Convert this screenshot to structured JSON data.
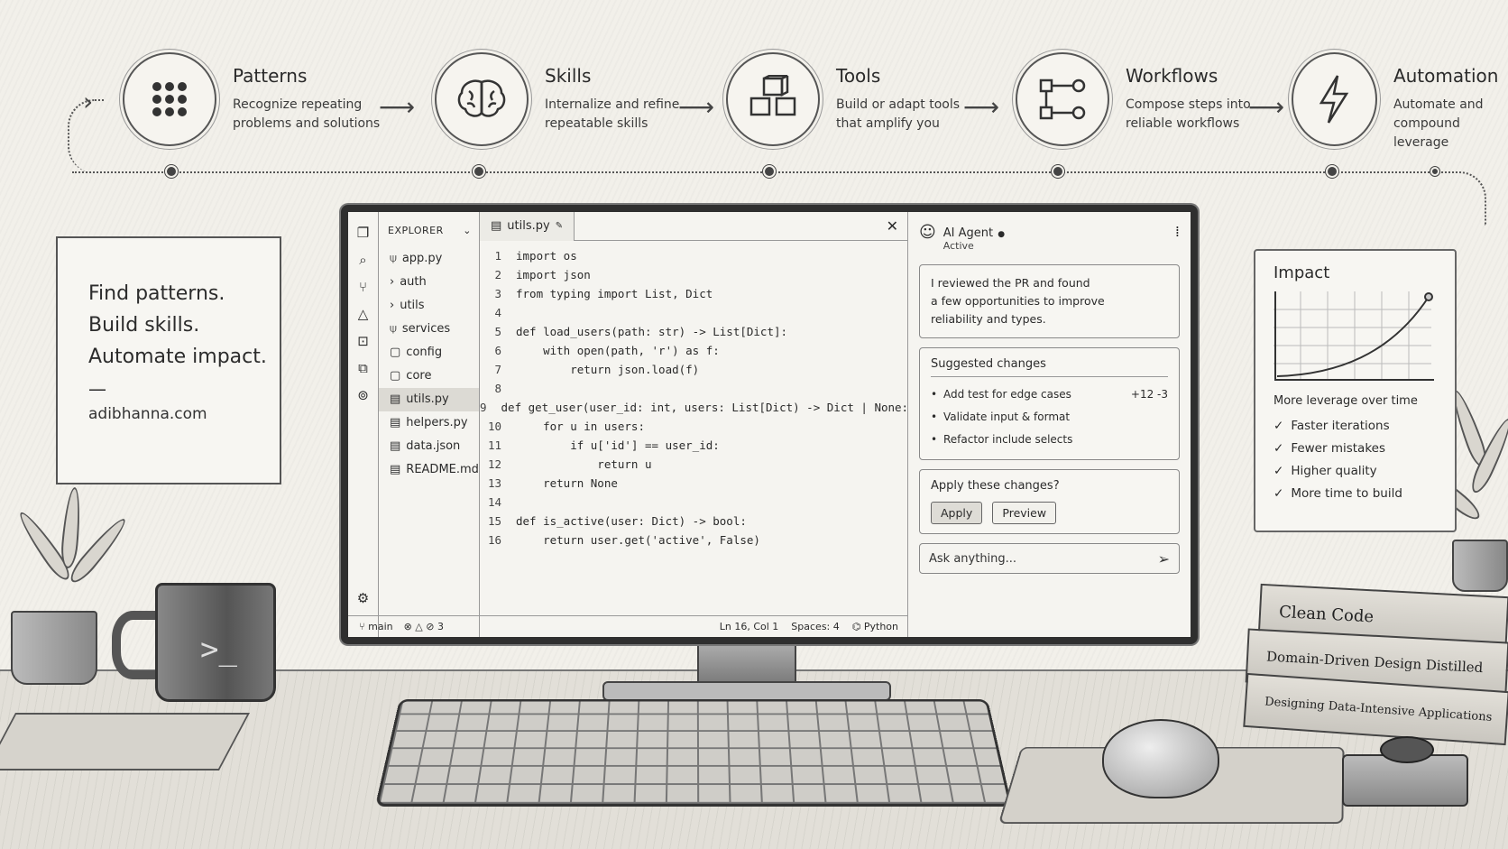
{
  "flow": {
    "steps": [
      {
        "title": "Patterns",
        "desc": "Recognize repeating\nproblems and solutions",
        "icon": "grid-dots-icon"
      },
      {
        "title": "Skills",
        "desc": "Internalize and refine\nrepeatable skills",
        "icon": "brain-icon"
      },
      {
        "title": "Tools",
        "desc": "Build or adapt tools\nthat amplify you",
        "icon": "cubes-icon"
      },
      {
        "title": "Workflows",
        "desc": "Compose steps into\nreliable workflows",
        "icon": "workflow-nodes-icon"
      },
      {
        "title": "Automation",
        "desc": "Automate and\ncompound leverage",
        "icon": "lightning-icon"
      }
    ]
  },
  "note": {
    "lines": [
      "Find patterns.",
      "Build skills.",
      "Automate impact."
    ],
    "dash": "—",
    "site": "adibhanna.com"
  },
  "ide": {
    "explorer": {
      "title": "EXPLORER",
      "items": [
        {
          "label": "app.py",
          "glyph": "⍦"
        },
        {
          "label": "auth",
          "glyph": "›"
        },
        {
          "label": "utils",
          "glyph": "›"
        },
        {
          "label": "services",
          "glyph": "⍦"
        },
        {
          "label": "config",
          "glyph": "▢"
        },
        {
          "label": "core",
          "glyph": "▢"
        },
        {
          "label": "utils.py",
          "glyph": "▤"
        },
        {
          "label": "helpers.py",
          "glyph": "▤"
        },
        {
          "label": "data.json",
          "glyph": "▤"
        },
        {
          "label": "README.md",
          "glyph": "▤"
        }
      ]
    },
    "tab": {
      "label": "utils.py"
    },
    "code": [
      {
        "n": "1",
        "t": "import os"
      },
      {
        "n": "2",
        "t": "import json"
      },
      {
        "n": "3",
        "t": "from typing import List, Dict"
      },
      {
        "n": "4",
        "t": ""
      },
      {
        "n": "5",
        "t": "def load_users(path: str) -> List[Dict]:"
      },
      {
        "n": "6",
        "t": "    with open(path, 'r') as f:"
      },
      {
        "n": "7",
        "t": "        return json.load(f)"
      },
      {
        "n": "8",
        "t": ""
      },
      {
        "n": "9",
        "t": "def get_user(user_id: int, users: List[Dict) -> Dict | None:"
      },
      {
        "n": "10",
        "t": "    for u in users:"
      },
      {
        "n": "11",
        "t": "        if u['id'] == user_id:"
      },
      {
        "n": "12",
        "t": "            return u"
      },
      {
        "n": "13",
        "t": "    return None"
      },
      {
        "n": "14",
        "t": ""
      },
      {
        "n": "15",
        "t": "def is_active(user: Dict) -> bool:"
      },
      {
        "n": "16",
        "t": "    return user.get('active', False)"
      }
    ],
    "status": {
      "branch": "main",
      "errors": "3",
      "position": "Ln 16, Col 1",
      "spaces": "Spaces: 4",
      "language": "Python"
    }
  },
  "agent": {
    "name": "AI Agent",
    "status": "Active",
    "message": "I reviewed the PR and found\na few opportunities to improve\nreliability and types.",
    "suggestions_title": "Suggested changes",
    "suggestions": [
      {
        "label": "Add test for edge cases",
        "diff": "+12 -3"
      },
      {
        "label": "Validate input & format",
        "diff": ""
      },
      {
        "label": "Refactor include selects",
        "diff": ""
      }
    ],
    "apply_question": "Apply these changes?",
    "apply_label": "Apply",
    "preview_label": "Preview",
    "ask_placeholder": "Ask anything..."
  },
  "impact": {
    "title": "Impact",
    "caption": "More leverage over time",
    "items": [
      "Faster iterations",
      "Fewer mistakes",
      "Higher quality",
      "More time to build"
    ]
  },
  "books": [
    "Clean Code",
    "Domain-Driven Design Distilled",
    "Designing Data-Intensive Applications"
  ],
  "mug_glyph": ">_"
}
